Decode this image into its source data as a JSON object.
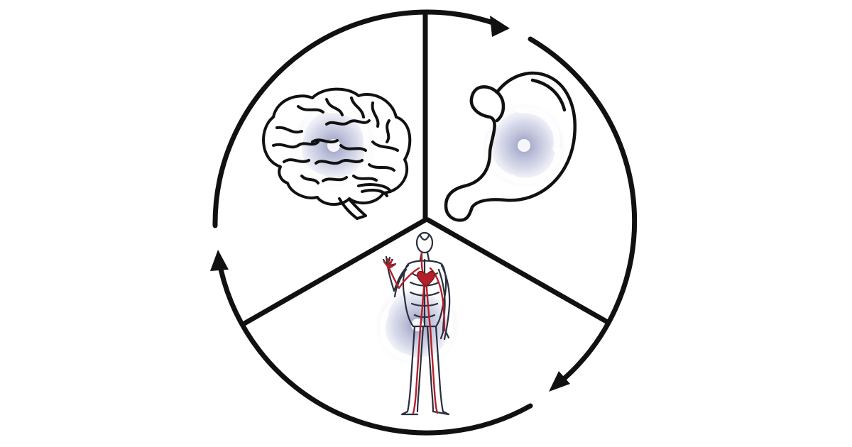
{
  "diagram": {
    "segments": [
      {
        "id": "brain",
        "icon": "brain-icon"
      },
      {
        "id": "stomach",
        "icon": "stomach-icon"
      },
      {
        "id": "body",
        "icon": "circulatory-system-icon"
      }
    ],
    "cycle_direction": "clockwise",
    "colors": {
      "outline": "#111111",
      "swirl": "#8d93bd",
      "artery": "#b3202a",
      "vein": "#2a2f3d"
    }
  }
}
